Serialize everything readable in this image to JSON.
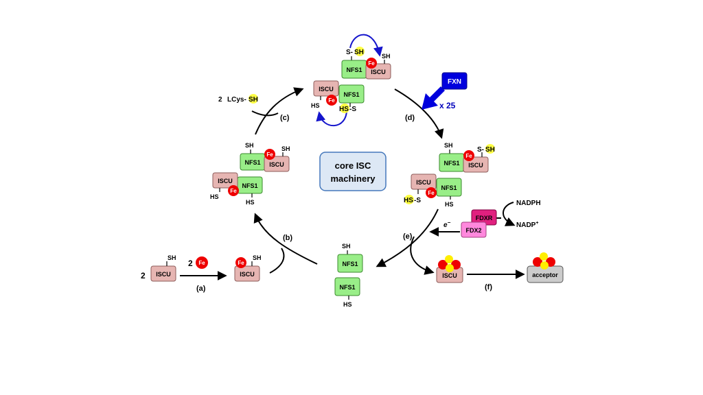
{
  "center_label": {
    "line1": "core ISC",
    "line2": "machinery"
  },
  "steps": {
    "a": "(a)",
    "b": "(b)",
    "c": "(c)",
    "d": "(d)",
    "e": "(e)",
    "f": "(f)"
  },
  "proteins": {
    "iscu": "ISCU",
    "nfs1": "NFS1",
    "fdxr": "FDXR",
    "fdx2": "FDX2",
    "fxn": "FXN",
    "acceptor": "acceptor"
  },
  "chem": {
    "fe": "Fe",
    "sh": "SH",
    "hs": "HS",
    "s_sh_s": "S-",
    "s_sh_sh": "SH",
    "hs_s_hs": "HS",
    "hs_s_s": "-S",
    "lcys_coef": "2",
    "lcys_prefix": "LCys-",
    "lcys_sh": "SH",
    "two": "2",
    "fxn_mult": "x 25",
    "nadph": "NADPH",
    "nadp": "NADP",
    "nadp_sup": "+",
    "e_minus": "e",
    "e_sup": "−"
  },
  "colors": {
    "iscu_fill": "#e6b5b2",
    "nfs1_fill": "#99ee88",
    "fe_red": "#ee0000",
    "sulfur_yellow": "#ffff44",
    "fxn_blue": "#0000dd",
    "fdxr_pink": "#e0207f",
    "fdx2_pink": "#ff88dd",
    "acceptor_gray": "#cccccc",
    "center_fill": "#dde8f5"
  }
}
